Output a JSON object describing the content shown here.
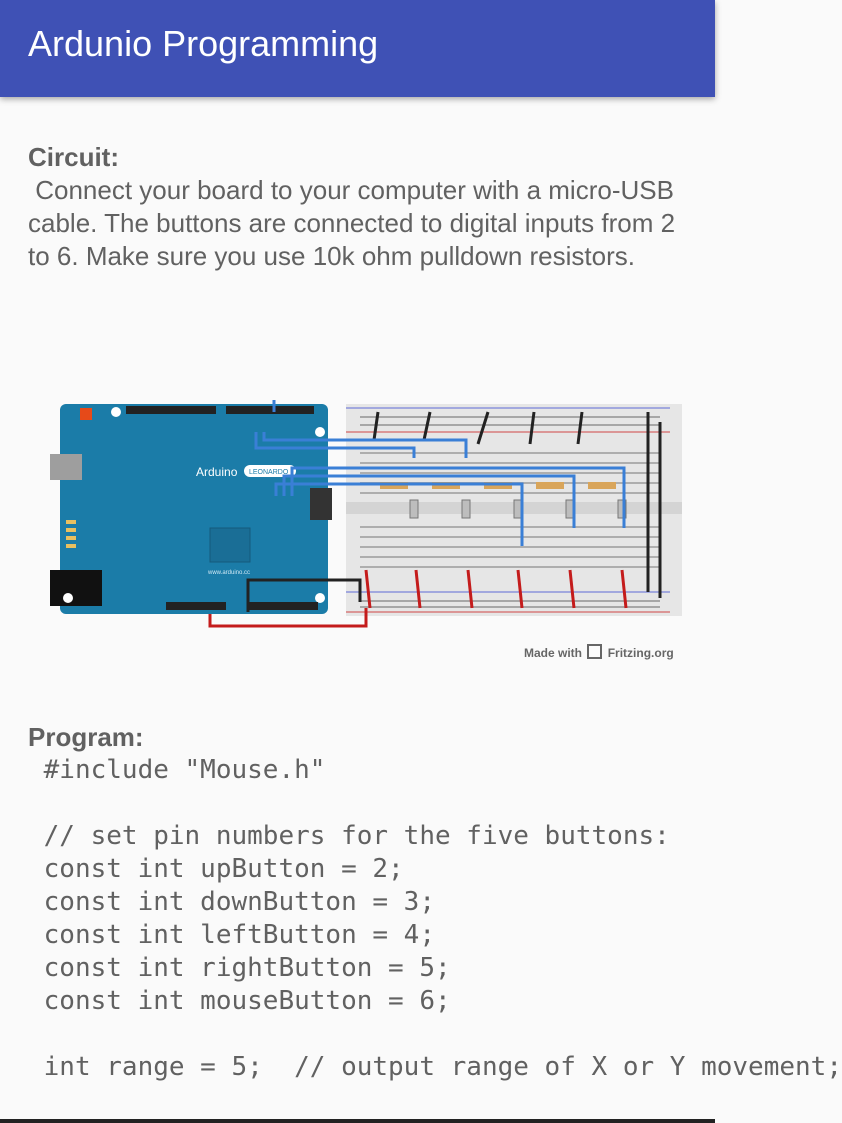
{
  "app": {
    "title": "Ardunio Programming"
  },
  "circuit": {
    "heading": "Circuit:",
    "body": " Connect your board to your computer with a micro-USB cable. The buttons are connected to digital inputs from 2 to 6. Make sure you use 10k ohm pulldown resistors."
  },
  "diagram": {
    "board_label": "Arduino",
    "board_model": "LEONARDO",
    "board_site": "www.arduino.cc",
    "credit_prefix": "Made with",
    "credit_brand": "Fritzing.org",
    "colors": {
      "board": "#1b7ca8",
      "wire_blue": "#3a7fd6",
      "wire_red": "#c41c1c",
      "wire_black": "#222222",
      "breadboard": "#e6e6e6"
    }
  },
  "program": {
    "heading": "Program:",
    "code": " #include \"Mouse.h\"\n\n // set pin numbers for the five buttons:\n const int upButton = 2;\n const int downButton = 3;\n const int leftButton = 4;\n const int rightButton = 5;\n const int mouseButton = 6;\n\n int range = 5;  // output range of X or Y movement;"
  }
}
